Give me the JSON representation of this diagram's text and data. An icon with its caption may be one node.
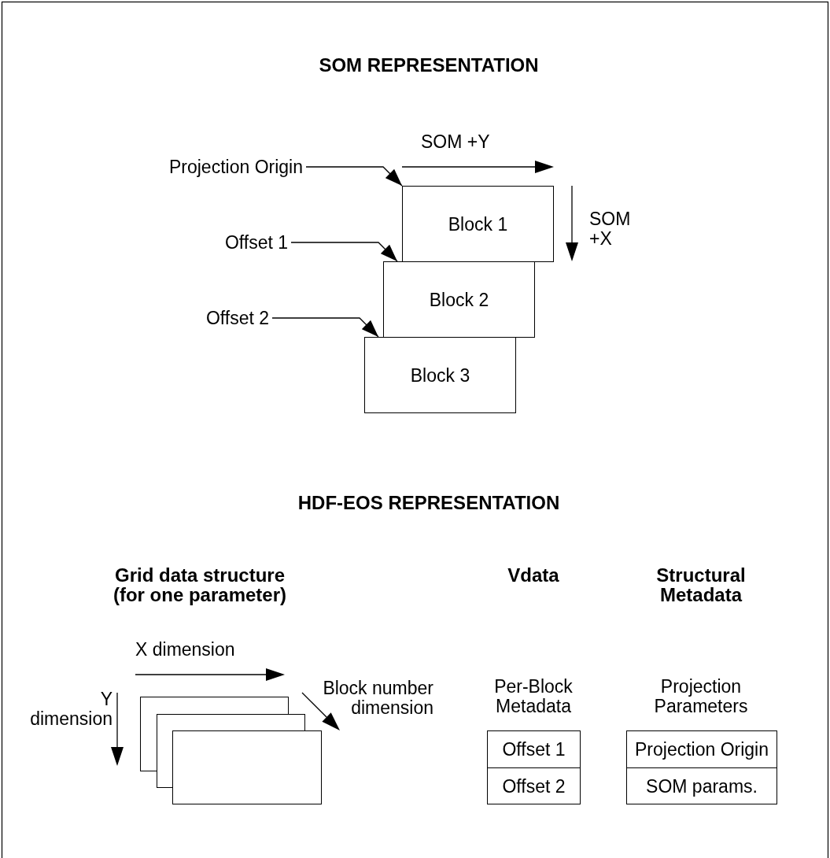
{
  "diagram": {
    "nodes": [
      {
        "text": [
          "Projection Origin"
        ]
      },
      {
        "text": [
          "Offset 1"
        ]
      },
      {
        "text": [
          "Offset 2"
        ]
      },
      {
        "text": [
          "Block 1"
        ]
      },
      {
        "text": [
          "Block 2"
        ]
      },
      {
        "text": [
          "Block 3"
        ]
      },
      {
        "text": [],
        "shape": "box"
      },
      {
        "text": [],
        "shape": "box"
      },
      {
        "text": [],
        "shape": "box"
      },
      {
        "text": [
          "Offset 1"
        ]
      },
      {
        "text": [
          "Offset 2"
        ]
      },
      {
        "text": [
          "Projection Origin"
        ]
      },
      {
        "text": [
          "SOM params."
        ]
      }
    ],
    "edges": [
      {
        "from": 0,
        "to": 3,
        "arrow": "to"
      },
      {
        "from": 1,
        "to": 4,
        "arrow": "to"
      },
      {
        "from": 2,
        "to": 5,
        "arrow": "to"
      }
    ],
    "labels": [
      "SOM REPRESENTATION",
      "SOM +Y",
      "SOM +X",
      "HDF-EOS REPRESENTATION",
      "Grid data structure (for one parameter)",
      "Vdata",
      "Structural Metadata",
      "X dimension",
      "Block number dimension",
      "Y dimension",
      "Per-Block Metadata",
      "Projection Parameters"
    ]
  }
}
